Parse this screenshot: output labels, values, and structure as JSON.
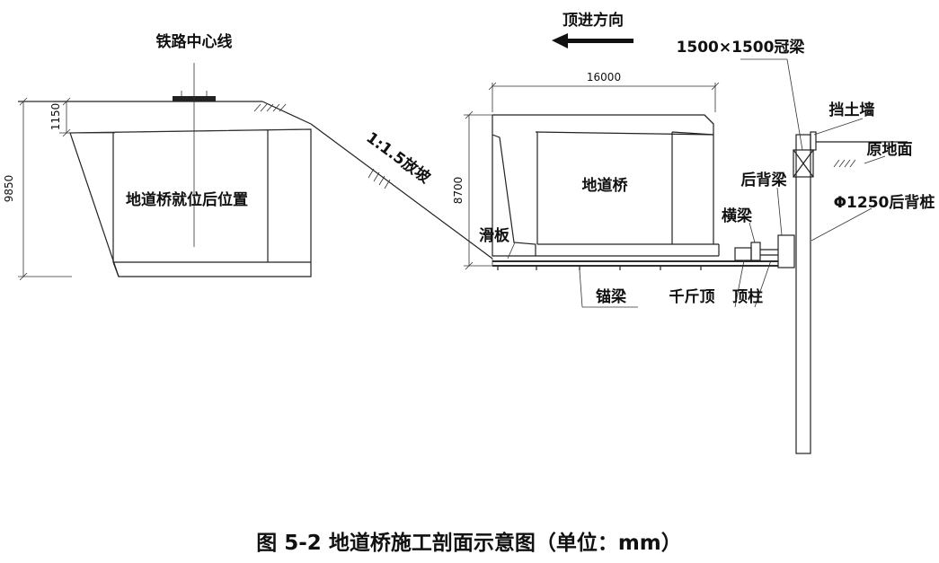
{
  "diagram": {
    "labels": {
      "railway_centerline": "铁路中心线",
      "jacking_direction": "顶进方向",
      "crown_beam": "1500×1500冠梁",
      "retaining_wall": "挡土墙",
      "original_ground": "原地面",
      "final_position": "地道桥就位后位置",
      "slope": "1:1.5放坡",
      "bridge": "地道桥",
      "back_beam": "后背梁",
      "cross_beam": "横梁",
      "back_pile": "Φ1250后背桩",
      "slide_plate": "滑板",
      "anchor_beam": "锚梁",
      "jack": "千斤顶",
      "top_column": "顶柱"
    },
    "dimensions": {
      "width_16000": "16000",
      "height_9850": "9850",
      "height_1150": "1150",
      "height_8700": "8700"
    },
    "caption": "图 5-2  地道桥施工剖面示意图（单位：mm）"
  }
}
